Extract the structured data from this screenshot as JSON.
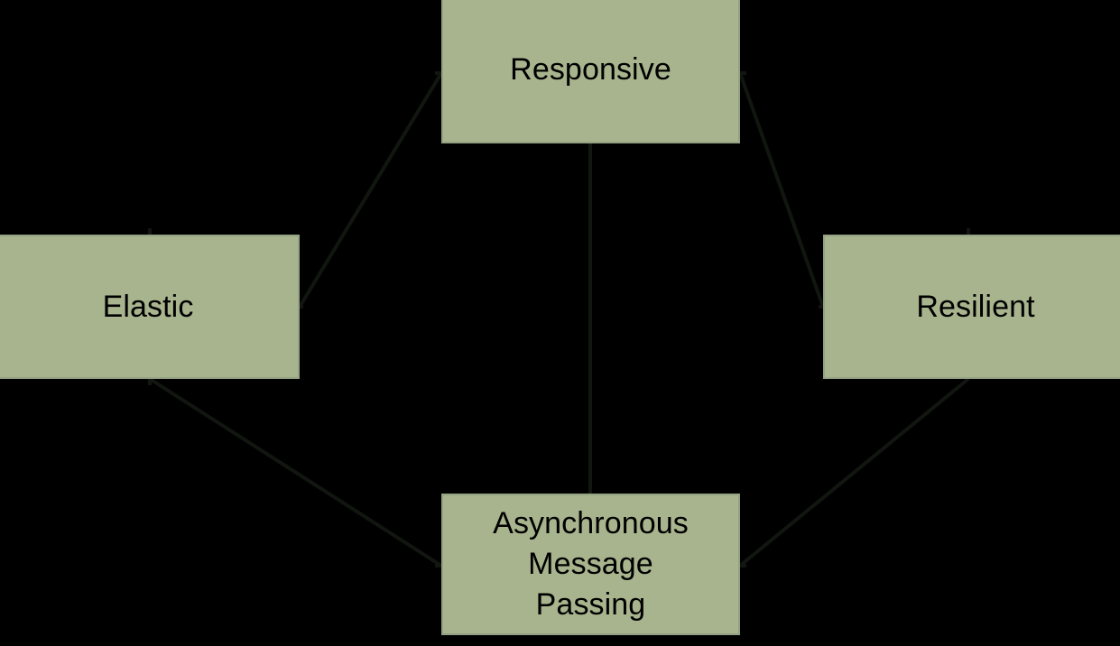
{
  "diagram": {
    "background_color": "#000000",
    "node_fill_color": "#a8b48d",
    "node_border_color": "#94a183",
    "node_text_color": "#000000",
    "connector_color": "#121610",
    "layout": "diamond",
    "nodes": [
      {
        "id": "responsive",
        "label": "Responsive",
        "position": "top",
        "clipped_edge": "top"
      },
      {
        "id": "elastic",
        "label": "Elastic",
        "position": "left",
        "clipped_edge": "left"
      },
      {
        "id": "resilient",
        "label": "Resilient",
        "position": "right",
        "clipped_edge": "right"
      },
      {
        "id": "async",
        "label": "Asynchronous\nMessage\nPassing",
        "position": "bottom",
        "clipped_edge": "none"
      }
    ],
    "connections": [
      {
        "from": "elastic",
        "to": "responsive"
      },
      {
        "from": "resilient",
        "to": "responsive"
      },
      {
        "from": "async",
        "to": "elastic"
      },
      {
        "from": "async",
        "to": "resilient"
      },
      {
        "from": "async",
        "to": "responsive"
      }
    ]
  }
}
